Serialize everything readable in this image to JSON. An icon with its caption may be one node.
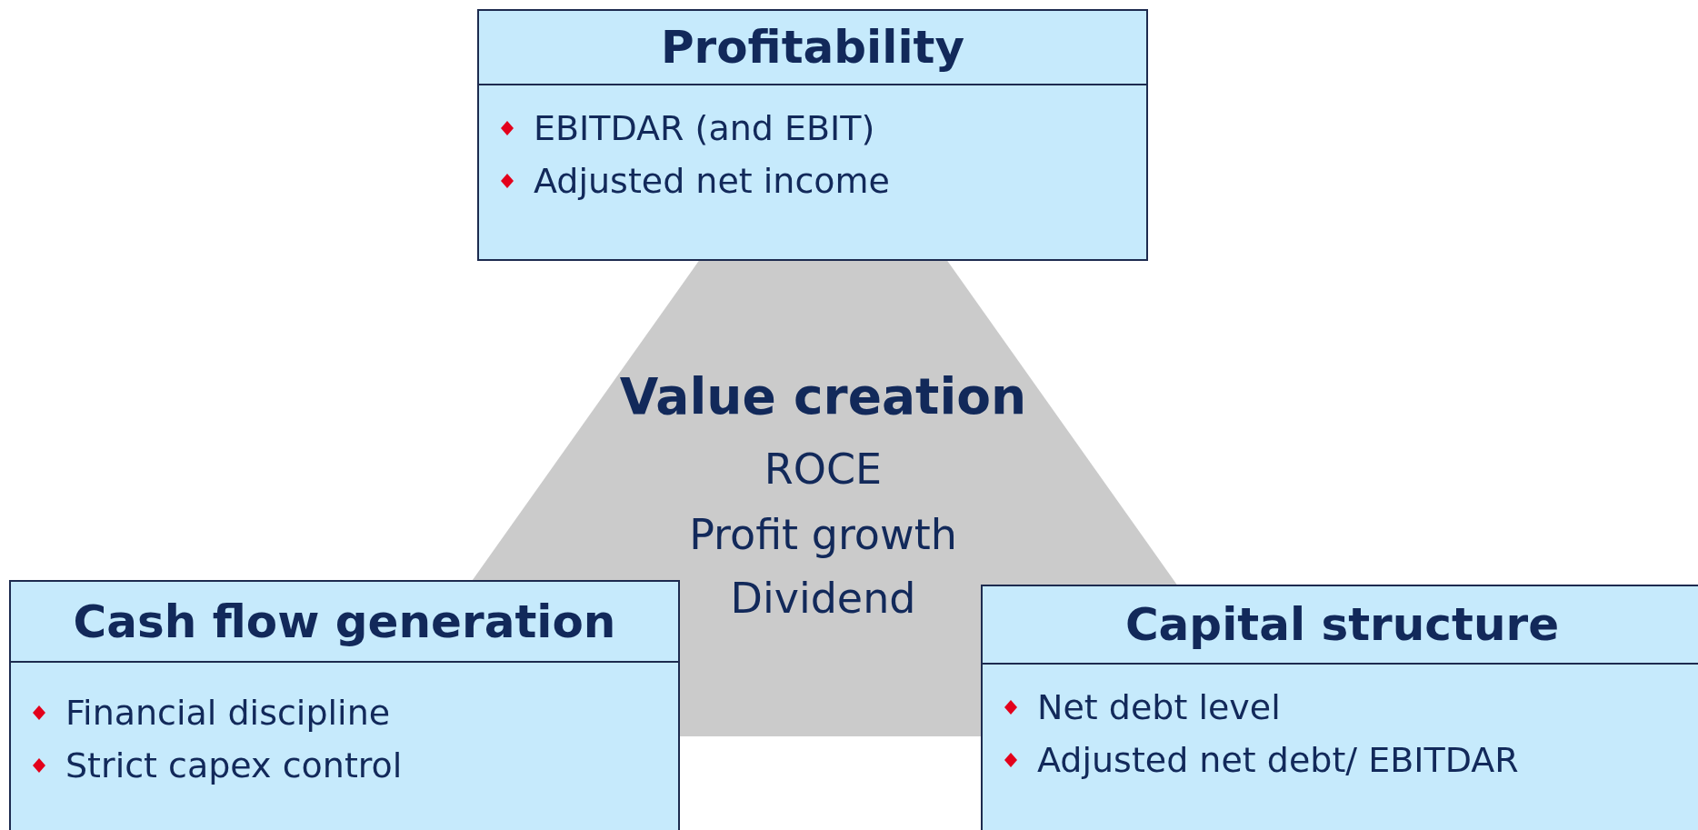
{
  "diagram": {
    "nodes": [
      {
        "text": [
          "Profitability",
          "EBITDAR (and EBIT)",
          "Adjusted net income"
        ]
      },
      {
        "text": [
          "Value creation",
          "ROCE",
          "Profit growth",
          "Dividend"
        ]
      },
      {
        "text": [
          "Cash flow generation",
          "Financial discipline",
          "Strict capex control"
        ]
      },
      {
        "text": [
          "Capital structure",
          "Net debt level",
          "Adjusted net debt/ EBITDAR"
        ]
      }
    ]
  }
}
